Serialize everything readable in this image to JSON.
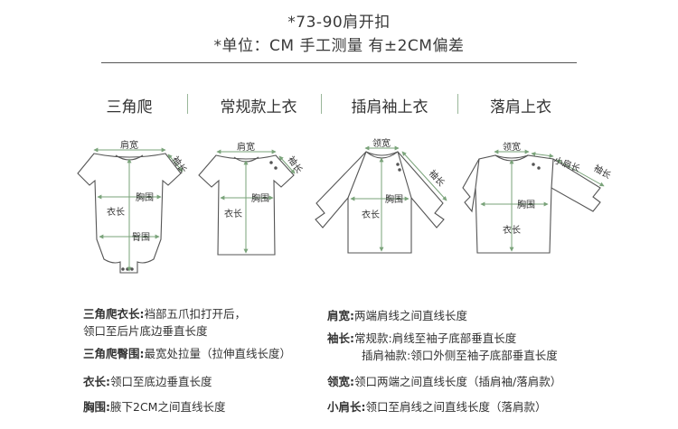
{
  "header": {
    "line1": "*73-90肩开扣",
    "line2": "*单位：CM 手工测量 有±2CM偏差"
  },
  "categories": [
    "三角爬",
    "常规款上衣",
    "插肩袖上衣",
    "落肩上衣"
  ],
  "diagram_labels": {
    "romper": {
      "shoulder": "肩宽",
      "sleeve": "袖长",
      "chest": "胸围",
      "length": "衣长",
      "hip": "臀围"
    },
    "regular": {
      "shoulder": "肩宽",
      "sleeve": "袖长",
      "chest": "胸围",
      "length": "衣长"
    },
    "raglan": {
      "collar": "领宽",
      "sleeve": "袖长",
      "chest": "胸围",
      "length": "衣长"
    },
    "drop": {
      "collar": "领宽",
      "small_shoulder": "小肩长",
      "sleeve": "袖长",
      "chest": "胸围",
      "length": "衣长"
    }
  },
  "definitions_left": [
    {
      "term": "三角爬衣长:",
      "text": "裆部五爪扣打开后，",
      "text2": "领口至后片底边垂直长度"
    },
    {
      "term": "三角爬臀围:",
      "text": "最宽处拉量（拉伸直线长度）"
    },
    {
      "term": "衣长:",
      "text": "领口至底边垂直长度"
    },
    {
      "term": "胸围:",
      "text": "腋下2CM之间直线长度"
    }
  ],
  "definitions_right": [
    {
      "term": "肩宽:",
      "text": "两端肩线之间直线长度"
    },
    {
      "term": "袖长:",
      "text": "常规款:肩线至袖子底部垂直长度",
      "text2": "插肩袖款:领口外侧至袖子底部垂直长度"
    },
    {
      "term": "领宽:",
      "text": "领口两端之间直线长度（插肩袖/落肩款）"
    },
    {
      "term": "小肩长:",
      "text": "领口至肩线之间直线长度（落肩款）"
    }
  ],
  "colors": {
    "measure_line": "#7aa37a",
    "outline": "#555555",
    "separator": "#9ab79a"
  }
}
